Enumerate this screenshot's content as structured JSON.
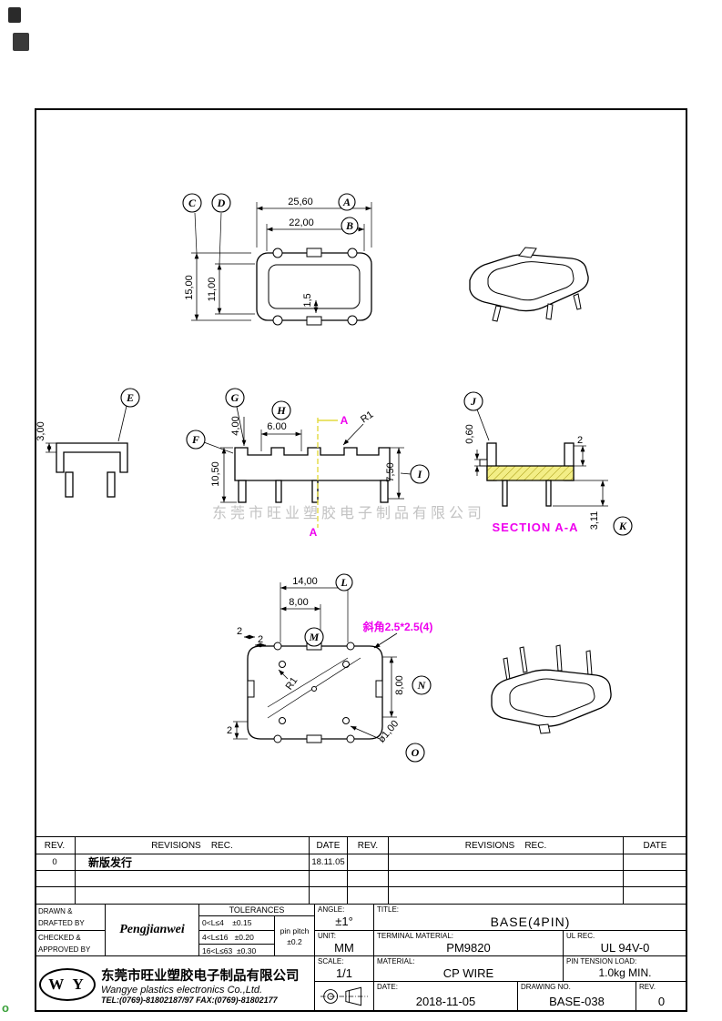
{
  "artifacts": {
    "corner_mark": "o"
  },
  "watermark": "东莞市旺业塑胶电子制品有限公司",
  "balloons": {
    "a": "A",
    "b": "B",
    "c": "C",
    "d": "D",
    "e": "E",
    "f": "F",
    "g": "G",
    "h": "H",
    "i": "I",
    "j": "J",
    "k": "K",
    "l": "L",
    "m": "M",
    "n": "N",
    "o": "O"
  },
  "dims": {
    "d2560": "25,60",
    "d2200": "22,00",
    "d1500": "15,00",
    "d1100": "11,00",
    "d15": "1,5",
    "d300": "3,00",
    "d400": "4,00",
    "d600": "6.00",
    "d1050": "10,50",
    "d750": "7,50",
    "r1": "R1",
    "d060": "0,60",
    "d2": "2",
    "d311": "3,11",
    "d1400": "14,00",
    "d800": "8,00",
    "d800r": "8,00",
    "d2a": "2",
    "d2b": "2",
    "d2c": "2",
    "r1b": "R1",
    "dia100": "ø1,00"
  },
  "labels": {
    "section_a": "A",
    "section_title": "SECTION A-A",
    "chamfer_note": "斜角2.5*2.5(4)"
  },
  "revision_table": {
    "col_rev": "REV.",
    "col_revisions": "REVISIONS    REC.",
    "col_date": "DATE",
    "rows": [
      {
        "rev": "0",
        "desc": "新版发行",
        "date": "18.11.05"
      }
    ]
  },
  "title_block": {
    "drawn_label_1": "DRAWN &",
    "drawn_label_2": "DRAFTED BY",
    "drawn_value": "Pengjianwei",
    "checked_label_1": "CHECKED &",
    "checked_label_2": "APPROVED BY",
    "tolerances_title": "TOLERANCES",
    "tol_rows": [
      "0<L≤4    ±0.15",
      "4<L≤16   ±0.20",
      "16<L≤63  ±0.30"
    ],
    "pin_pitch_label": "pin pitch",
    "pin_pitch_value": "±0.2",
    "angle_label": "ANGLE:",
    "angle_value": "±1°",
    "title_label": "TITLE:",
    "title_value": "BASE(4PIN)",
    "unit_label": "UNIT:",
    "unit_value": "MM",
    "terminal_label": "TERMINAL MATERIAL:",
    "terminal_value": "PM9820",
    "ul_label": "UL REC.",
    "ul_value": "UL 94V-0",
    "scale_label": "SCALE:",
    "scale_value": "1/1",
    "material_label": "MATERIAL:",
    "material_value": "CP WIRE",
    "pin_tension_label": "PIN TENSION LOAD:",
    "pin_tension_value": "1.0kg MIN.",
    "date_label": "DATE:",
    "date_value": "2018-11-05",
    "drawing_no_label": "DRAWING NO.",
    "drawing_no_value": "BASE-038",
    "rev_label": "REV.",
    "rev_value": "0",
    "company_logo": "W Y",
    "company_cn": "东莞市旺业塑胶电子制品有限公司",
    "company_en": "Wangye plastics electronics Co.,Ltd.",
    "company_tel": "TEL:(0769)-81802187/97   FAX:(0769)-81802177"
  }
}
